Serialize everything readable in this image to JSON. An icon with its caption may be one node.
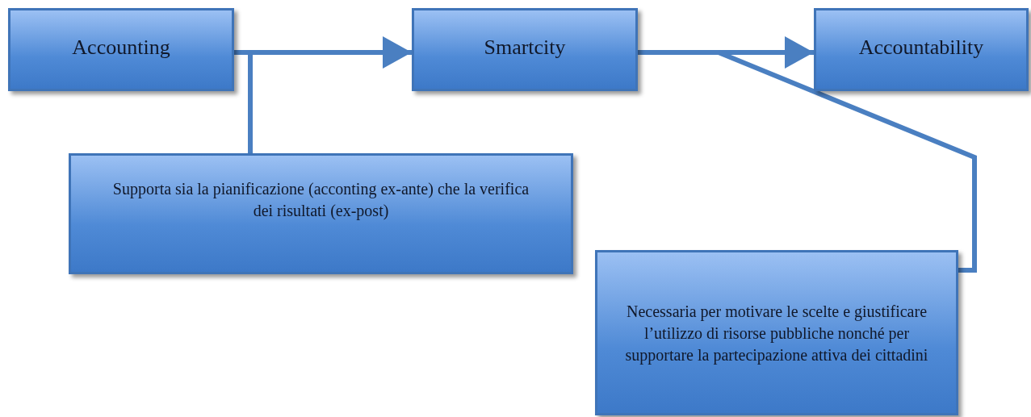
{
  "diagram": {
    "nodes": [
      {
        "text": [
          "Accounting"
        ]
      },
      {
        "text": [
          "Smartcity"
        ]
      },
      {
        "text": [
          "Accountability"
        ]
      },
      {
        "text": [
          "Supporta sia la pianificazione (acconting ex-ante) che la verifica dei risultati (ex-post)"
        ]
      },
      {
        "text": [
          "Necessaria per motivare le scelte e giustificare l’utilizzo di risorse pubbliche nonché per supportare la partecipazione attiva dei cittadini"
        ]
      }
    ],
    "edges": [
      {
        "from": 0,
        "to": 1,
        "arrow": "to"
      },
      {
        "from": 1,
        "to": 2,
        "arrow": "to"
      },
      {
        "from": 0,
        "to": 3,
        "arrow": "none"
      },
      {
        "from": 1,
        "to": 4,
        "arrow": "none"
      }
    ]
  }
}
